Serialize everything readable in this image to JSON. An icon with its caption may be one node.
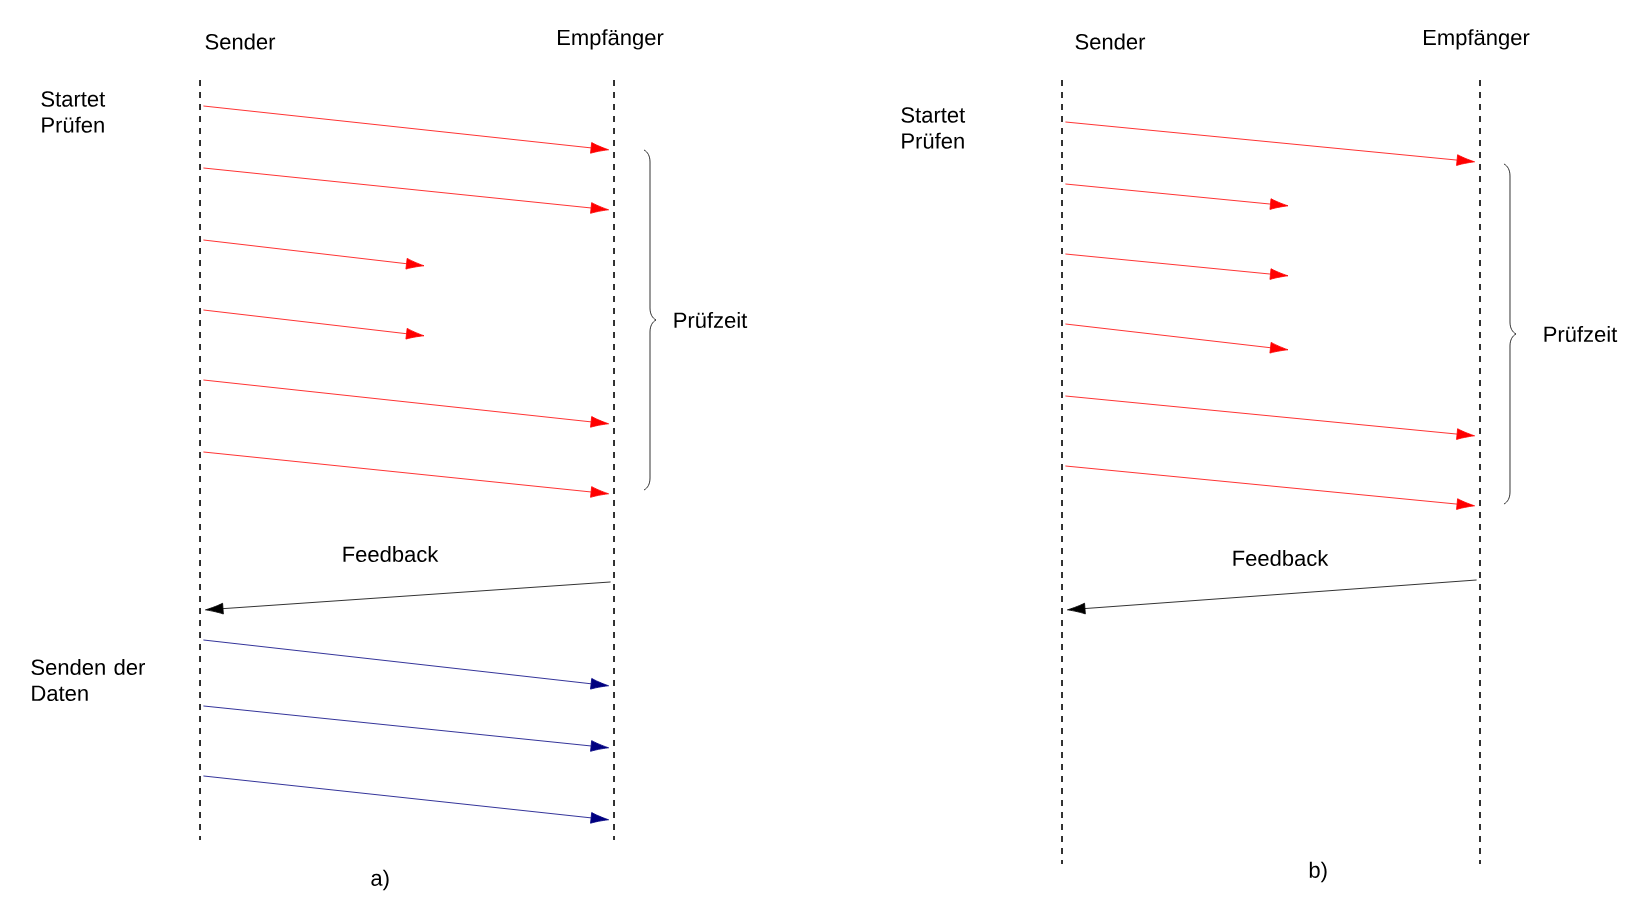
{
  "diagram": {
    "nodes": [
      {
        "text": [],
        "shape": "line",
        "beside": [
          "Sender"
        ]
      },
      {
        "text": [],
        "shape": "line",
        "beside": [
          "Empfänger"
        ]
      },
      {
        "text": [],
        "shape": "line",
        "beside": [
          "Sender"
        ]
      },
      {
        "text": [],
        "shape": "line",
        "beside": [
          "Empfänger"
        ]
      }
    ],
    "edges": [
      {
        "from": 0,
        "to": 1,
        "arrow": "to"
      },
      {
        "from": 0,
        "to": 1,
        "arrow": "to"
      },
      {
        "from": 0,
        "to": null,
        "arrow": "to"
      },
      {
        "from": 0,
        "to": null,
        "arrow": "to"
      },
      {
        "from": 0,
        "to": 1,
        "arrow": "to"
      },
      {
        "from": 0,
        "to": 1,
        "arrow": "to"
      },
      {
        "from": 1,
        "to": 0,
        "arrow": "to",
        "label": "Feedback",
        "color": "#000000"
      },
      {
        "from": 0,
        "to": 1,
        "arrow": "to",
        "color": "#000080"
      },
      {
        "from": 0,
        "to": 1,
        "arrow": "to",
        "color": "#000080"
      },
      {
        "from": 0,
        "to": 1,
        "arrow": "to",
        "color": "#000080"
      },
      {
        "from": 2,
        "to": 3,
        "arrow": "to"
      },
      {
        "from": 2,
        "to": null,
        "arrow": "to"
      },
      {
        "from": 2,
        "to": null,
        "arrow": "to"
      },
      {
        "from": 2,
        "to": null,
        "arrow": "to"
      },
      {
        "from": 2,
        "to": 3,
        "arrow": "to"
      },
      {
        "from": 2,
        "to": 3,
        "arrow": "to"
      },
      {
        "from": 3,
        "to": 2,
        "arrow": "to",
        "label": "Feedback",
        "color": "#000000"
      }
    ],
    "labels": [
      "Startet Prüfen",
      "Prüfzeit",
      "Senden der Daten",
      "a)",
      "Startet Prüfen",
      "Prüfzeit",
      "b)"
    ]
  }
}
